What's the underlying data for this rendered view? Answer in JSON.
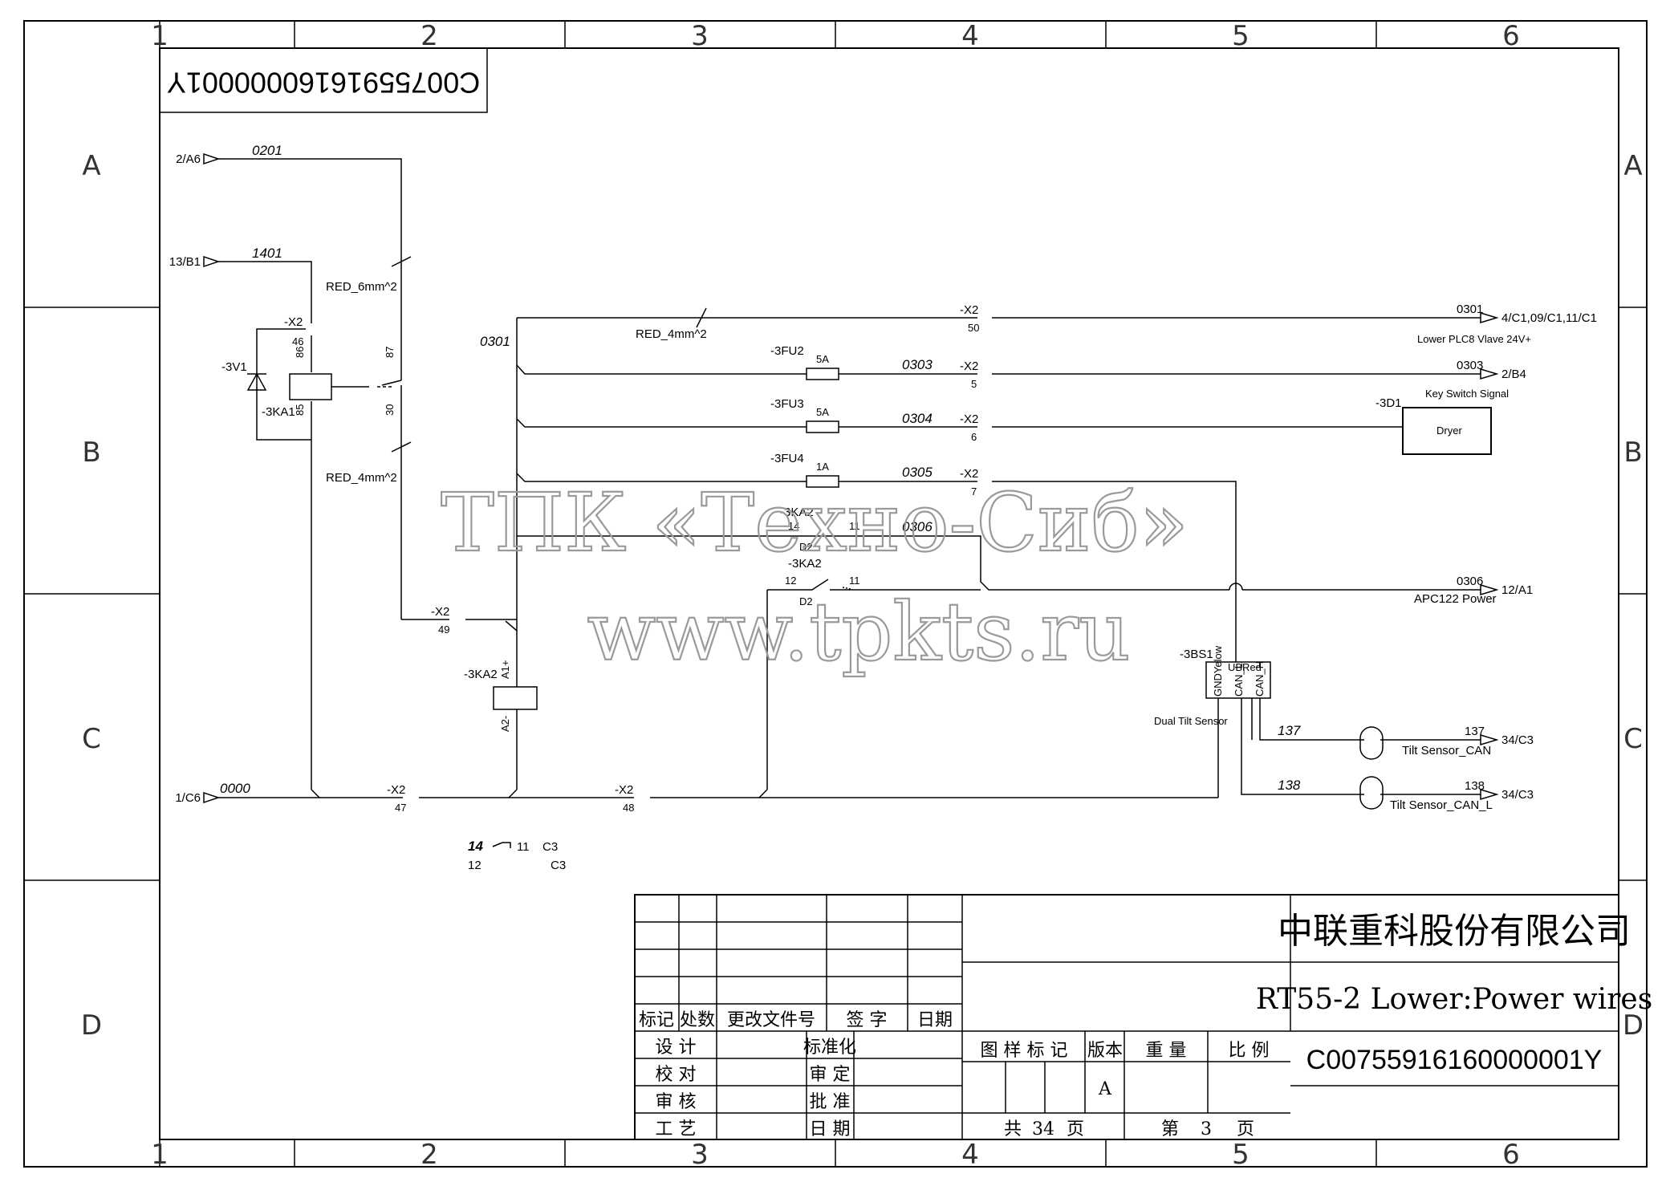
{
  "grid": {
    "columns": [
      "1",
      "2",
      "3",
      "4",
      "5",
      "6"
    ],
    "rows": [
      "A",
      "B",
      "C",
      "D"
    ]
  },
  "header_box": {
    "code_mirrored": "C00755916160000001Y"
  },
  "references": {
    "in_2a6": "2/A6",
    "in_13b1": "13/B1",
    "in_1c6": "1/C6",
    "out_0301": "4/C1,09/C1,11/C1",
    "out_0303": "2/B4",
    "out_0306": "12/A1",
    "out_137": "34/C3",
    "out_138": "34/C3"
  },
  "wires": {
    "w0201": "0201",
    "w1401": "1401",
    "w0301_left": "0301",
    "w0301_right": "0301",
    "w0303": "0303",
    "w0303_right": "0303",
    "w0304": "0304",
    "w0305": "0305",
    "w0306": "0306",
    "w0306_right": "0306",
    "w0000": "0000",
    "w137": "137",
    "w137_right": "137",
    "w138": "138",
    "w138_right": "138"
  },
  "cable_labels": {
    "red6": "RED_6mm^2",
    "red4a": "RED_4mm^2",
    "red4b": "RED_4mm^2"
  },
  "components": {
    "x2": "-X2",
    "x2_46": "46",
    "x2_49": "49",
    "x2_47": "47",
    "x2_48": "48",
    "x2_50": "50",
    "x2_5": "5",
    "x2_6": "6",
    "x2_7": "7",
    "v1": "-3V1",
    "ka1": "-3KA1",
    "ka1_86": "86",
    "ka1_85": "85",
    "ka1_87": "87",
    "ka1_30": "30",
    "fu2": "-3FU2",
    "fu2_rating": "5A",
    "fu3": "-3FU3",
    "fu3_rating": "5A",
    "fu4": "-3FU4",
    "fu4_rating": "1A",
    "ka2": "-3KA2",
    "ka2_14": "14",
    "ka2_11": "11",
    "ka2_12": "12",
    "ka2_11b": "11",
    "ka2_d2": "D2",
    "ka2_d2b": "D2",
    "ka2_a1": "A1+",
    "ka2_a2": "A2-",
    "d1": "-3D1",
    "d1_title": "Key Switch Signal",
    "d1_name": "Dryer",
    "bs1": "-3BS1",
    "bs1_ubred": "UBRed",
    "bs1_gnd": "GNDYelow",
    "bs1_canl": "CAN_L",
    "bs1_canh": "CAN_H",
    "bs1_name": "Dual Tilt Sensor"
  },
  "notes": {
    "lower_plc": "Lower PLC8 Vlave 24V+",
    "apc": "APC122 Power",
    "tilt_can": "Tilt Sensor_CAN",
    "tilt_canl": "Tilt Sensor_CAN_L",
    "xref_14": "14",
    "xref_11": "11",
    "xref_c3a": "C3",
    "xref_12": "12",
    "xref_c3b": "C3"
  },
  "watermark": {
    "line1": "ТПК «Техно-Сиб»",
    "line2": "www.tpkts.ru"
  },
  "title_block": {
    "company": "中联重科股份有限公司",
    "drawing_title": "RT55-2 Lower:Power wires",
    "drawing_code": "C00755916160000001Y",
    "rev_headers": [
      "标记",
      "处数",
      "更改文件号",
      "签 字",
      "日期"
    ],
    "left_labels": [
      "设 计",
      "校 对",
      "审 核",
      "工 艺"
    ],
    "mid_labels": [
      "标准化",
      "审 定",
      "批 准",
      "日 期"
    ],
    "props_headers": {
      "mark": "图 样 标 记",
      "version": "版本",
      "weight": "重 量",
      "scale": "比 例"
    },
    "version_value": "A",
    "total_prefix": "共",
    "total_pages": "34",
    "page_suffix_1": "页",
    "page_prefix": "第",
    "page_number": "3",
    "page_suffix_2": "页"
  }
}
